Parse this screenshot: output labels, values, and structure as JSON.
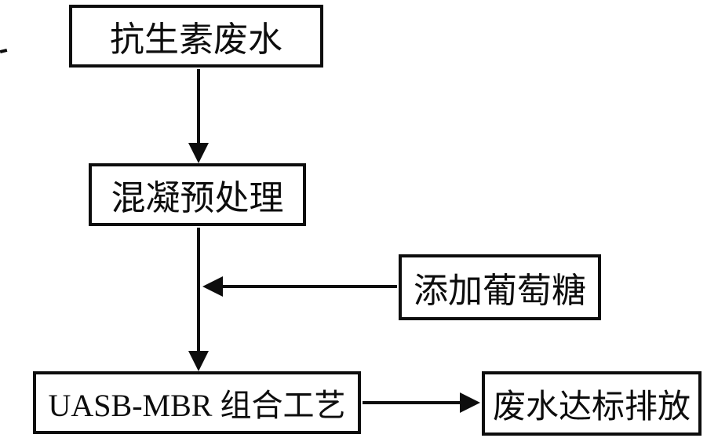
{
  "diagram": {
    "type": "flowchart",
    "colors": {
      "ink": "#0d0d0d",
      "background": "#ffffff"
    },
    "nodes": [
      {
        "id": "antibiotic-wastewater",
        "label": "抗生素废水"
      },
      {
        "id": "coagulation-pretreatment",
        "label": "混凝预处理"
      },
      {
        "id": "add-glucose",
        "label": "添加葡萄糖"
      },
      {
        "id": "uasb-mbr-process",
        "label": "UASB-MBR 组合工艺"
      },
      {
        "id": "effluent-discharge",
        "label": "废水达标排放"
      }
    ],
    "edges": [
      {
        "from": "antibiotic-wastewater",
        "to": "coagulation-pretreatment",
        "direction": "down"
      },
      {
        "from": "coagulation-pretreatment",
        "to": "uasb-mbr-process",
        "direction": "down"
      },
      {
        "from": "add-glucose",
        "to": "coagulation-pretreatment-line",
        "direction": "left"
      },
      {
        "from": "uasb-mbr-process",
        "to": "effluent-discharge",
        "direction": "right"
      }
    ]
  }
}
